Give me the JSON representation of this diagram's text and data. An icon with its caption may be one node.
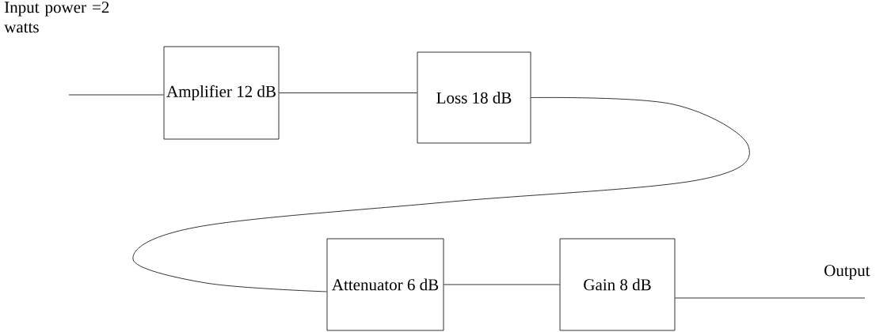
{
  "diagram": {
    "nodes": [
      {
        "text": [
          "Amplifier 12 dB"
        ]
      },
      {
        "text": [
          "Loss 18 dB"
        ]
      },
      {
        "text": [
          "Attenuator 6 dB"
        ]
      },
      {
        "text": [
          "Gain 8 dB"
        ]
      }
    ],
    "edges": [
      {
        "from": null,
        "to": 0,
        "arrow": "none"
      },
      {
        "from": 0,
        "to": 1,
        "arrow": "none"
      },
      {
        "from": 1,
        "to": 2,
        "arrow": "none"
      },
      {
        "from": 2,
        "to": 3,
        "arrow": "none"
      },
      {
        "from": 3,
        "to": null,
        "arrow": "none"
      }
    ],
    "labels": [
      "Input power =2 watts",
      "Output"
    ]
  }
}
